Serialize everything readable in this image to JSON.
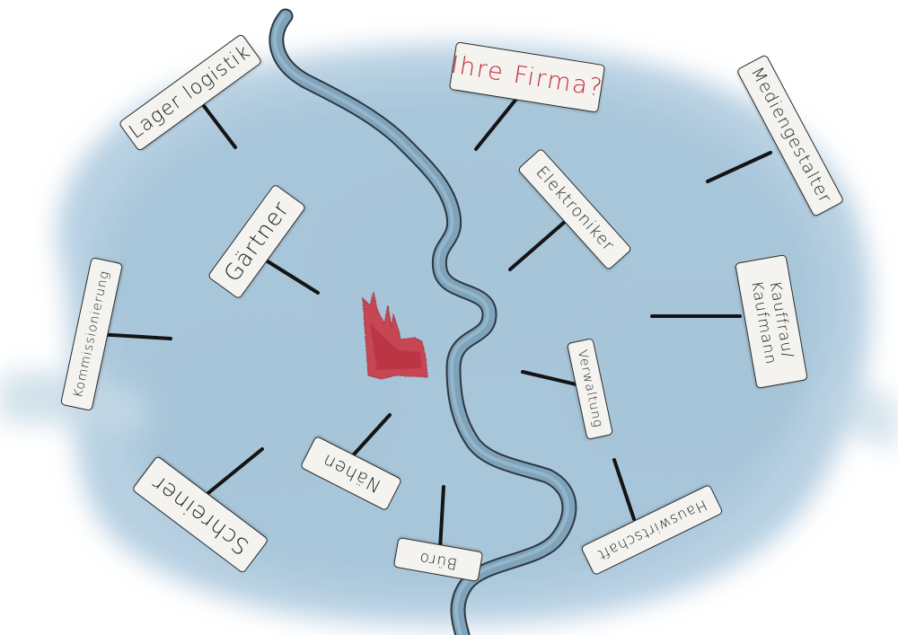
{
  "colors": {
    "water_wash": "#a9c6da",
    "river_fill": "#7fa3bb",
    "river_outline": "#2d3740",
    "cathedral": "#c93a48",
    "post": "#141414",
    "sign_fill": "#f4f3ef",
    "highlight_text": "#c0283a"
  },
  "icons": {
    "landmark": "cathedral-icon",
    "river": "river-icon"
  },
  "signs": {
    "lagerlogistik": "Lager logistik",
    "ihre_firma": "Ihre Firma?",
    "mediengestalter": "Mediengestalter",
    "elektroniker": "Elektroniker",
    "gaertner": "Gärtner",
    "kommissionierung": "Kommissionierung",
    "kauffrau_line1": "Kauffrau/",
    "kauffrau_line2": "Kaufmann",
    "verwaltung": "Verwaltung",
    "naehen": "Nähen",
    "schreiner": "Schreiner",
    "buero": "Büro",
    "hauswirtschaft": "Hauswirtschaft"
  }
}
